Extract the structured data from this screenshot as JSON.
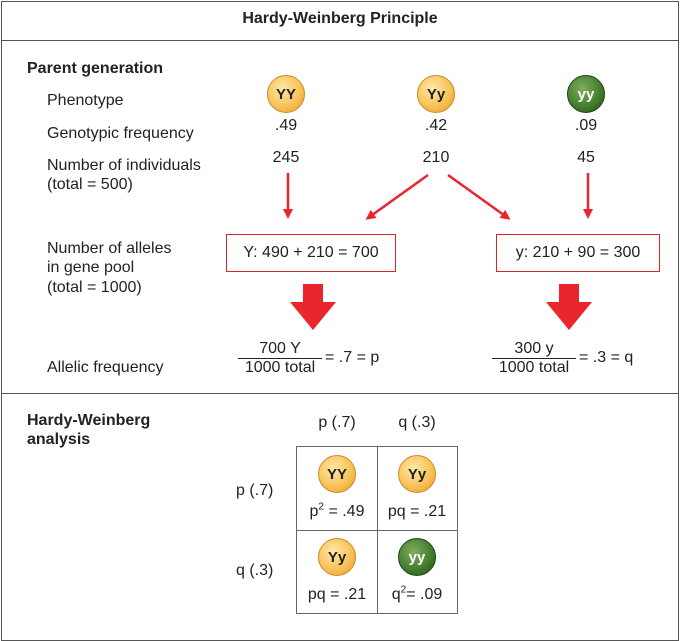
{
  "title": "Hardy-Weinberg Principle",
  "parent": {
    "heading": "Parent generation",
    "row_labels": {
      "phenotype": "Phenotype",
      "genotypic_frequency": "Genotypic frequency",
      "individuals_line1": "Number of individuals",
      "individuals_line2": "(total = 500)",
      "alleles_line1": "Number of alleles",
      "alleles_line2": "in gene pool",
      "alleles_line3": "(total = 1000)",
      "allelic_frequency": "Allelic frequency"
    },
    "genotypes": [
      {
        "label": "YY",
        "frequency": ".49",
        "count": "245",
        "color": "yellow"
      },
      {
        "label": "Yy",
        "frequency": ".42",
        "count": "210",
        "color": "yellow"
      },
      {
        "label": "yy",
        "frequency": ".09",
        "count": "45",
        "color": "green"
      }
    ],
    "allele_boxes": {
      "Y": "Y: 490 + 210 = 700",
      "y": "y: 210 + 90 = 300"
    },
    "allelic_frequencies": {
      "p": {
        "numerator": "700 Y",
        "denominator": "1000 total",
        "result": "= .7 = p"
      },
      "q": {
        "numerator": "300 y",
        "denominator": "1000 total",
        "result": "= .3 = q"
      }
    }
  },
  "analysis": {
    "heading_line1": "Hardy-Weinberg",
    "heading_line2": "analysis",
    "col_headers": [
      "p (.7)",
      "q (.3)"
    ],
    "row_headers": [
      "p (.7)",
      "q (.3)"
    ],
    "cells": [
      {
        "genotype": "YY",
        "color": "yellow",
        "var": "p",
        "sup": "2",
        "value": "= .49"
      },
      {
        "genotype": "Yy",
        "color": "yellow",
        "var": "pq",
        "sup": "",
        "value": "= .21"
      },
      {
        "genotype": "Yy",
        "color": "yellow",
        "var": "pq",
        "sup": "",
        "value": "= .21"
      },
      {
        "genotype": "yy",
        "color": "green",
        "var": "q",
        "sup": "2",
        "value": "= .09"
      }
    ]
  },
  "colors": {
    "arrow_red": "#e8262c",
    "yellow": "#f8c35a",
    "green": "#3f7a2a"
  }
}
